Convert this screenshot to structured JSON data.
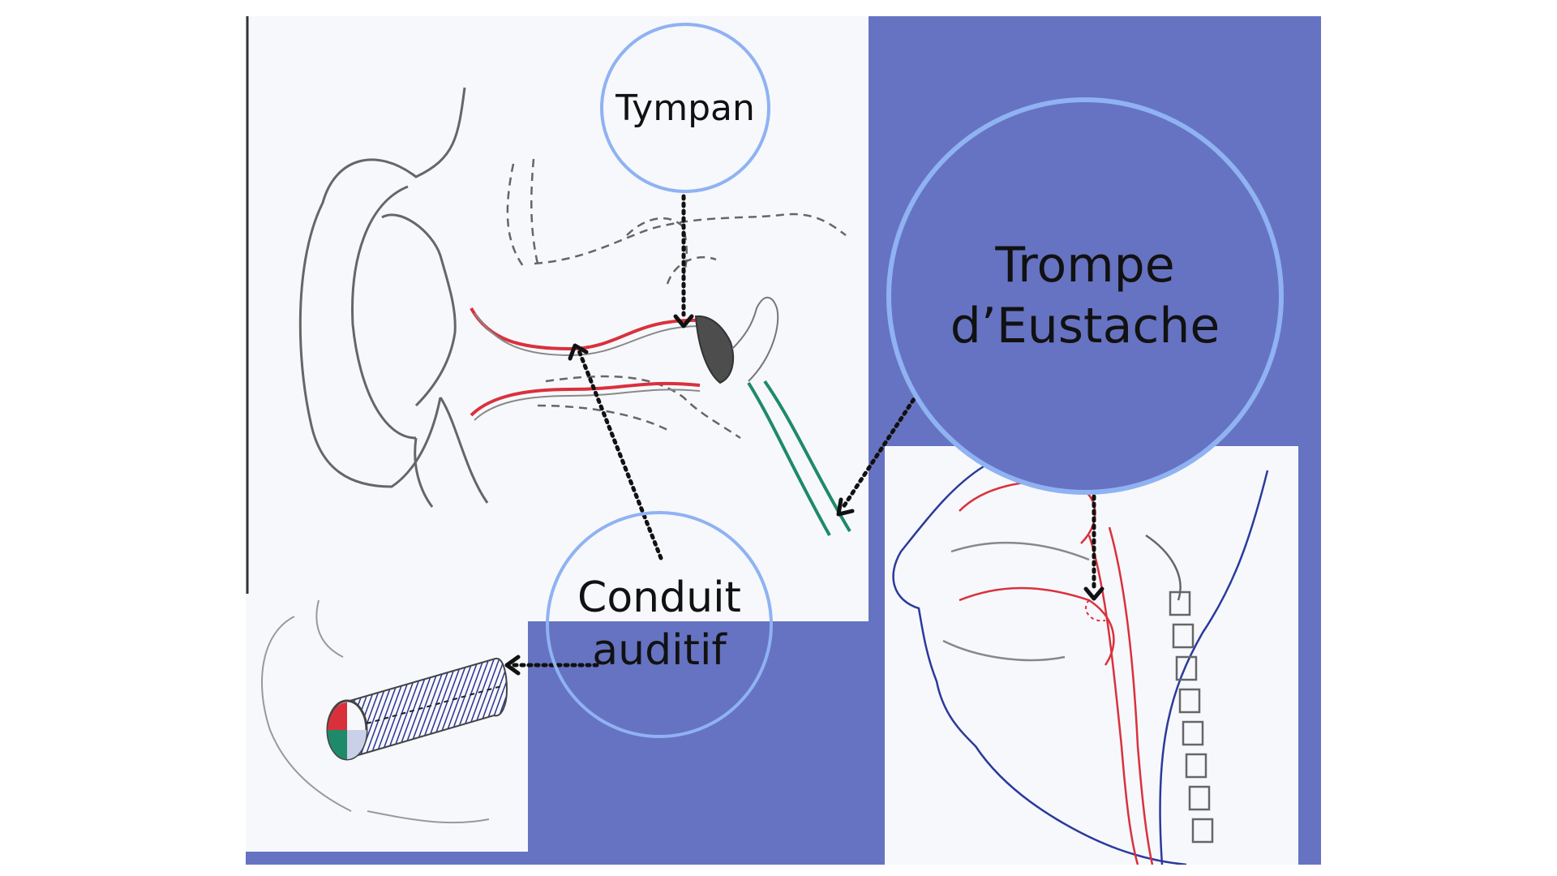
{
  "labels": {
    "tympan": "Tympan",
    "trompe_line1": "Trompe",
    "trompe_line2": "d’Eustache",
    "conduit_line1": "Conduit",
    "conduit_line2": "auditif"
  },
  "colors": {
    "accent": "#6673c2",
    "circle_border": "#8fb2f2",
    "canal": "#d9313c",
    "eustachian_tube": "#1e8a6a",
    "nerve_tube": "#34409b",
    "pencil": "#555555"
  },
  "icons": [
    "dotted-arrow-icon"
  ]
}
